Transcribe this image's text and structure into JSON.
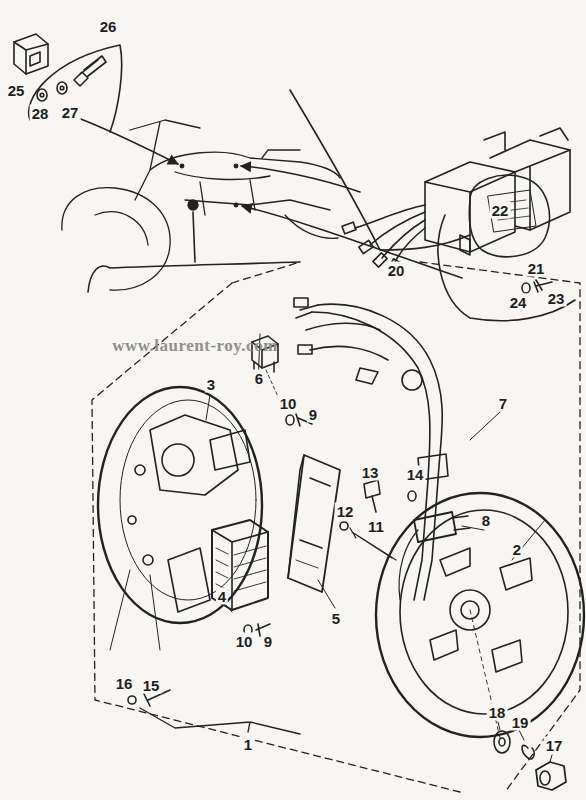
{
  "diagram": {
    "labels": [
      "25",
      "26",
      "28",
      "27",
      "20",
      "21",
      "22",
      "24",
      "23",
      "3",
      "6",
      "10",
      "9",
      "www.laurent-roy.com",
      "7",
      "13",
      "14",
      "8",
      "12",
      "11",
      "2",
      "4",
      "10",
      "9",
      "5",
      "16",
      "15",
      "18",
      "19",
      "17",
      "1"
    ]
  }
}
